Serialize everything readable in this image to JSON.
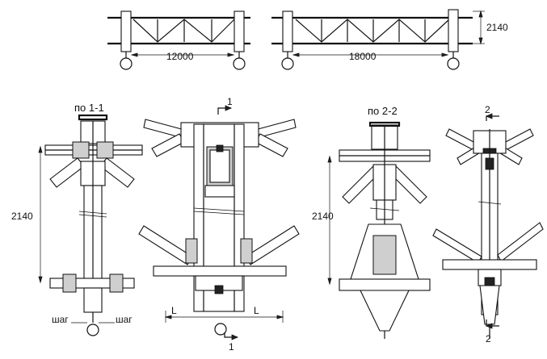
{
  "labels": {
    "span_12": "12000",
    "span_18": "18000",
    "height_top": "2140",
    "height_left": "2140",
    "height_right": "2140",
    "section_1_title": "по 1-1",
    "section_2_title": "по 2-2",
    "cut_1_top": "1",
    "cut_1_bottom": "1",
    "cut_2_top": "2",
    "cut_2_bottom": "2",
    "step_left": "шаг",
    "step_right": "шаг",
    "dim_L_left": "L",
    "dim_L_right": "L"
  },
  "colors": {
    "line": "#111111",
    "fill_light": "#cfcfcf",
    "background": "#ffffff"
  }
}
